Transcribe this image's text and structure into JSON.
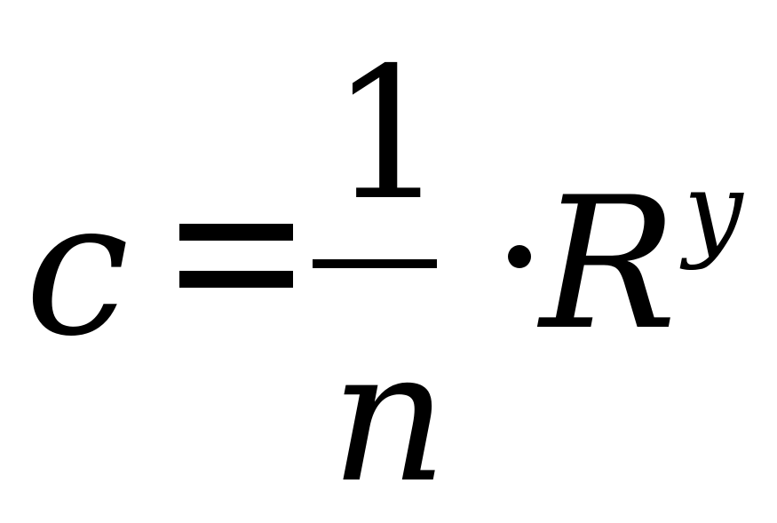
{
  "formula": {
    "lhs": "c",
    "numerator": "1",
    "denominator": "n",
    "base": "R",
    "exponent": "y"
  },
  "colors": {
    "background": "#ffffff",
    "ink": "#000000"
  }
}
